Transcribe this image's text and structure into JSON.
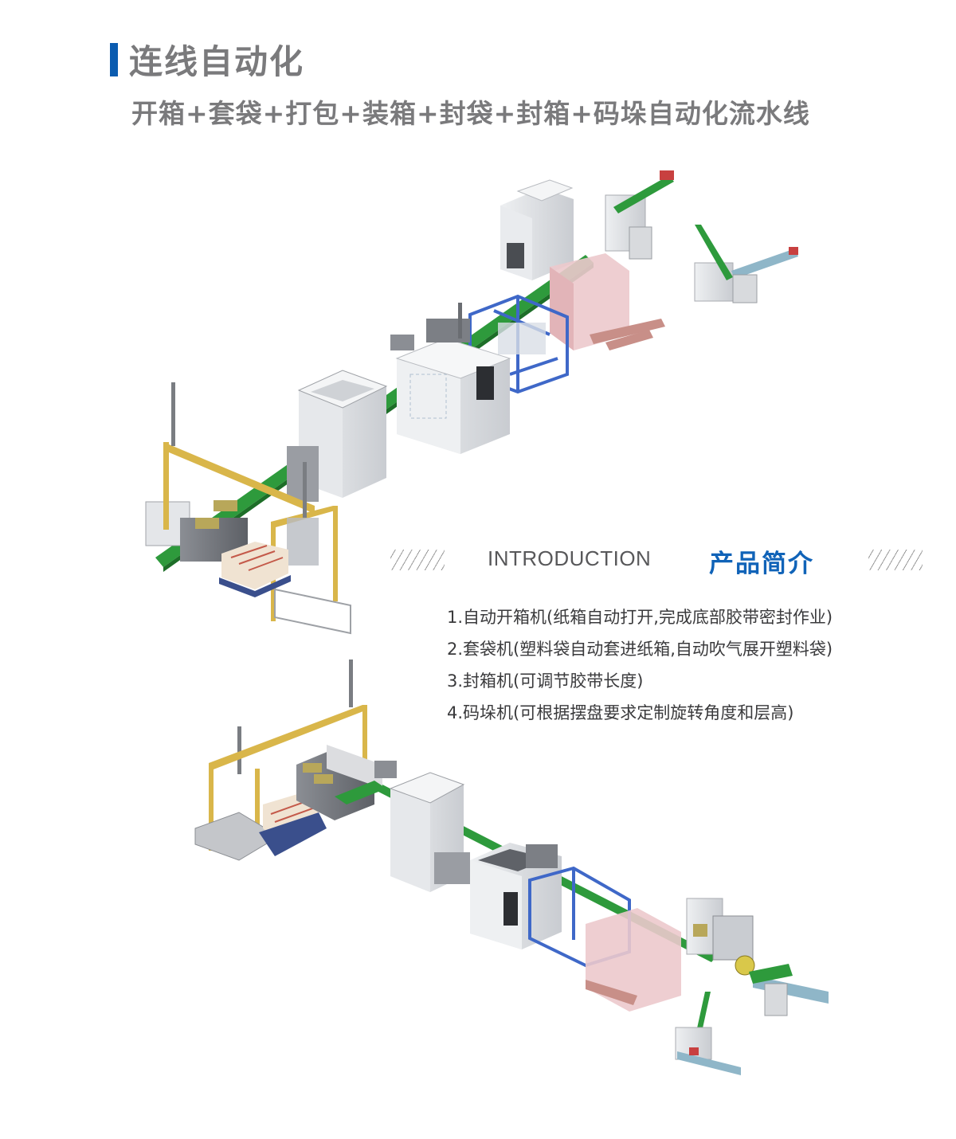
{
  "header": {
    "title": "连线自动化",
    "subtitle": "开箱+套袋+打包+装箱+封袋+封箱+码垛自动化流水线",
    "accent_color": "#0b5cb0"
  },
  "intro": {
    "label_en": "INTRODUCTION",
    "label_cn": "产品简介",
    "accent_color": "#1063b8"
  },
  "features": [
    {
      "text": "1.自动开箱机(纸箱自动打开,完成底部胶带密封作业)"
    },
    {
      "text": "2.套袋机(塑料袋自动套进纸箱,自动吹气展开塑料袋)"
    },
    {
      "text": "3.封箱机(可调节胶带长度)"
    },
    {
      "text": "4.码垛机(可根据摆盘要求定制旋转角度和层高)"
    }
  ],
  "illustrations": [
    {
      "name": "production-line-top",
      "colors": {
        "conveyor": "#2e9a3c",
        "gantry": "#d9b64a",
        "frame": "#3f68c8",
        "enclosure": "#e9c3c6",
        "machine": "#dcdde0"
      }
    },
    {
      "name": "production-line-bottom",
      "colors": {
        "conveyor": "#2e9a3c",
        "gantry": "#d9b64a",
        "frame": "#3f68c8",
        "enclosure": "#e9c3c6",
        "machine": "#dcdde0"
      }
    }
  ]
}
